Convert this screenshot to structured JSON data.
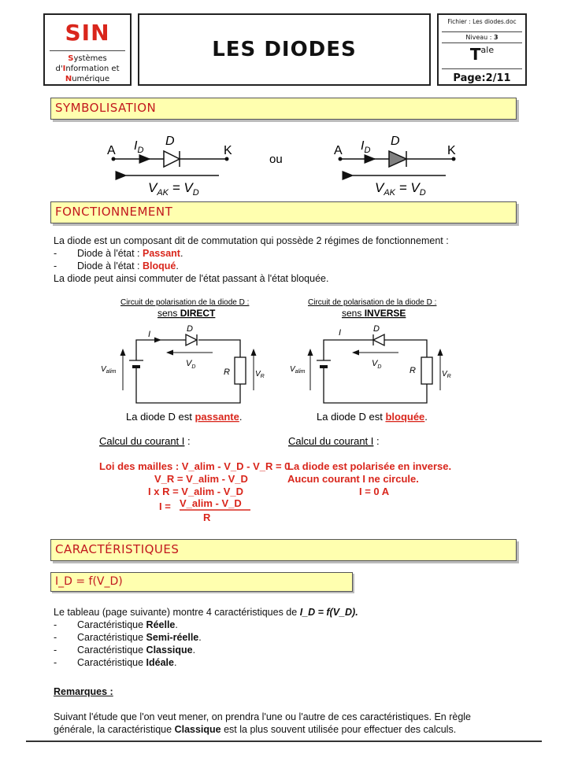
{
  "header": {
    "logo": {
      "name": "SIN",
      "line1_initial": "S",
      "line1_rest": "ystèmes",
      "line2_prefix": "d'",
      "line2_initial": "I",
      "line2_rest": "nformation et",
      "line3_initial": "N",
      "line3_rest": "umérique"
    },
    "title": "LES DIODES",
    "meta": {
      "file": "Fichier : Les diodes.doc",
      "level_label": "Niveau :",
      "level_value": "3",
      "class_main": "T",
      "class_sup": "ale",
      "page": "Page:2/11"
    }
  },
  "sections": {
    "symbolisation": "SYMBOLISATION",
    "fonctionnement": "FONCTIONNEMENT",
    "caracteristiques": "CARACTÉRISTIQUES"
  },
  "symbols": {
    "anode": "A",
    "cathode": "K",
    "current": "I",
    "current_sub": "D",
    "diode": "D",
    "voltage": "V",
    "voltage_sub": "AK",
    "equals": " = V",
    "voltage_rhs_sub": "D",
    "or": "ou"
  },
  "fonctionnement": {
    "intro": "La diode est un composant dit de commutation qui possède 2 régimes de fonctionnement :",
    "bullet_dash": "-",
    "state1_prefix": "Diode à l'état : ",
    "state1_value": "Passant",
    "state2_prefix": "Diode à l'état : ",
    "state2_value": "Bloqué",
    "period": ".",
    "conclusion": "La diode peut ainsi commuter de l'état passant à l'état bloquée."
  },
  "circuits": {
    "direct": {
      "title": "Circuit de polarisation de la diode D :",
      "sense_prefix": "sens ",
      "sense": "DIRECT",
      "current": "I",
      "diode": "D",
      "vd": "V",
      "vd_sub": "D",
      "valim": "V",
      "valim_sub": "alim",
      "r": "R",
      "vr": "V",
      "vr_sub": "R",
      "caption_prefix": "La diode D est ",
      "caption_state": "passante",
      "caption_suffix": "."
    },
    "inverse": {
      "title": "Circuit de polarisation de la diode D :",
      "sense_prefix": "sens ",
      "sense": "INVERSE",
      "current": "I",
      "diode": "D",
      "vd": "V",
      "vd_sub": "D",
      "valim": "V",
      "valim_sub": "alim",
      "r": "R",
      "vr": "V",
      "vr_sub": "R",
      "caption_prefix": "La diode D est ",
      "caption_state": "bloquée",
      "caption_suffix": "."
    }
  },
  "calcul": {
    "heading": "Calcul du courant I",
    "colon": " :",
    "direct": {
      "loi_label": "Loi des mailles : ",
      "eq1": "V_alim - V_D - V_R = 0",
      "eq2": "V_R = V_alim - V_D",
      "eq3": "I x R = V_alim - V_D",
      "eq4_lhs": "I = ",
      "eq4_num": "V_alim - V_D",
      "eq4_den": "R"
    },
    "inverse": {
      "line1": "La diode est polarisée en inverse.",
      "line2": "Aucun courant I ne circule.",
      "line3": "I = 0 A"
    }
  },
  "caracteristiques": {
    "subheading": "I_D = f(V_D)",
    "intro_prefix": "Le tableau (page suivante) montre 4 caractéristiques de ",
    "intro_formula": "I_D = f(V_D).",
    "items": [
      {
        "prefix": "Caractéristique ",
        "value": "Réelle",
        "suffix": "."
      },
      {
        "prefix": "Caractéristique ",
        "value": "Semi-réelle",
        "suffix": "."
      },
      {
        "prefix": "Caractéristique ",
        "value": "Classique",
        "suffix": "."
      },
      {
        "prefix": "Caractéristique ",
        "value": "Idéale",
        "suffix": "."
      }
    ],
    "remarks_title": "Remarques :",
    "remarks_line1": "Suivant l'étude que l'on veut mener, on prendra l'une ou l'autre de ces caractéristiques. En règle",
    "remarks_line2_prefix": "générale, la caractéristique ",
    "remarks_line2_bold": "Classique",
    "remarks_line2_suffix": " est la plus souvent utilisée pour effectuer des calculs."
  },
  "colors": {
    "accent_red": "#d9261c",
    "section_bg": "#ffffaf",
    "section_text": "#c2181e",
    "diode_fill_left": "#ffffff",
    "diode_fill_right": "#808080"
  }
}
